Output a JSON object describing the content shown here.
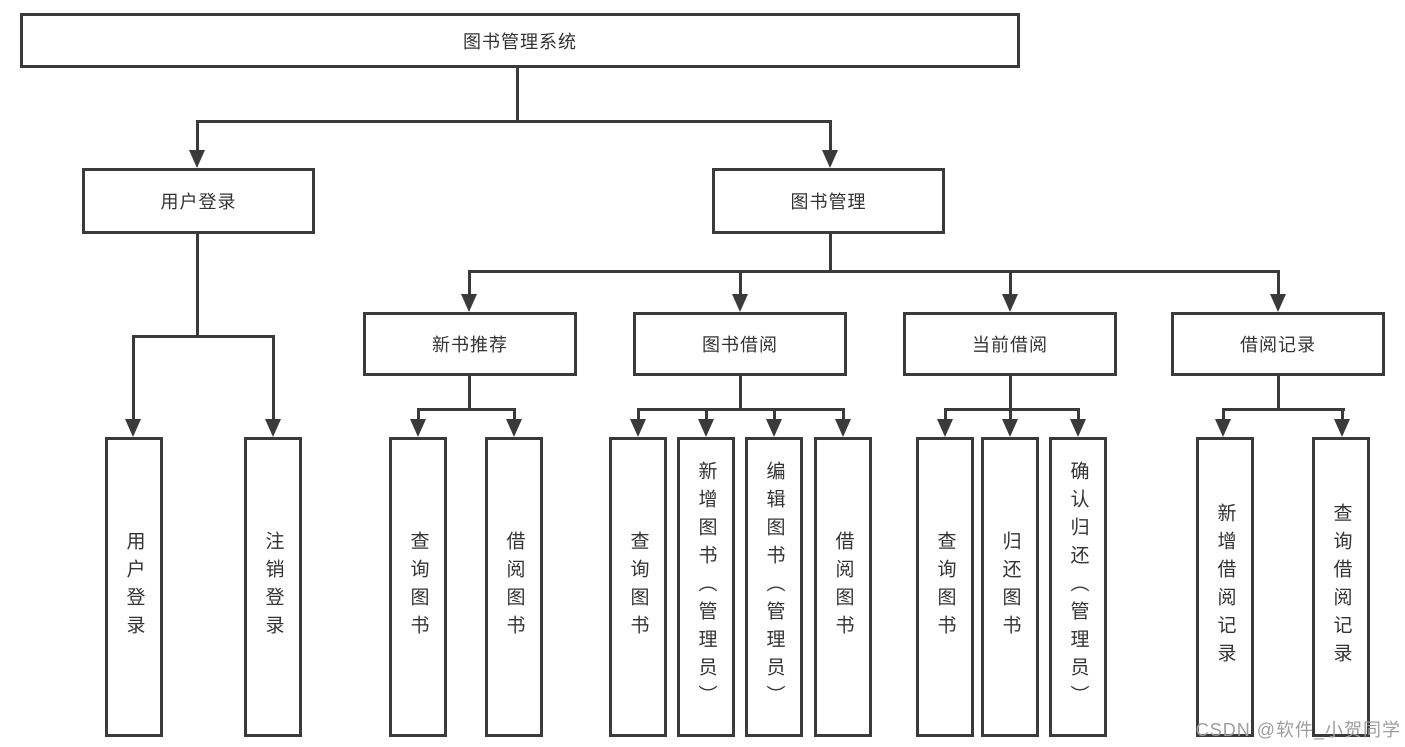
{
  "colors": {
    "line": "#3a3a3a",
    "text": "#333333",
    "watermark_gray": "#9e9e9e",
    "background": "#ffffff"
  },
  "diagram": {
    "root": {
      "label": "图书管理系统"
    },
    "level2": [
      {
        "label": "用户登录"
      },
      {
        "label": "图书管理"
      }
    ],
    "level3": [
      {
        "label": "新书推荐",
        "parent": "图书管理"
      },
      {
        "label": "图书借阅",
        "parent": "图书管理"
      },
      {
        "label": "当前借阅",
        "parent": "图书管理"
      },
      {
        "label": "借阅记录",
        "parent": "图书管理"
      }
    ],
    "leaves": [
      {
        "label": "用户登录",
        "parent": "用户登录"
      },
      {
        "label": "注销登录",
        "parent": "用户登录"
      },
      {
        "label": "查询图书",
        "parent": "新书推荐"
      },
      {
        "label": "借阅图书",
        "parent": "新书推荐"
      },
      {
        "label": "查询图书",
        "parent": "图书借阅"
      },
      {
        "label": "新增图书（管理员）",
        "parent": "图书借阅"
      },
      {
        "label": "编辑图书（管理员）",
        "parent": "图书借阅"
      },
      {
        "label": "借阅图书",
        "parent": "图书借阅"
      },
      {
        "label": "查询图书",
        "parent": "当前借阅"
      },
      {
        "label": "归还图书",
        "parent": "当前借阅"
      },
      {
        "label": "确认归还（管理员）",
        "parent": "当前借阅"
      },
      {
        "label": "新增借阅记录",
        "parent": "借阅记录"
      },
      {
        "label": "查询借阅记录",
        "parent": "借阅记录"
      }
    ]
  },
  "watermark": {
    "text": "CSDN @软件_小贺同学"
  }
}
